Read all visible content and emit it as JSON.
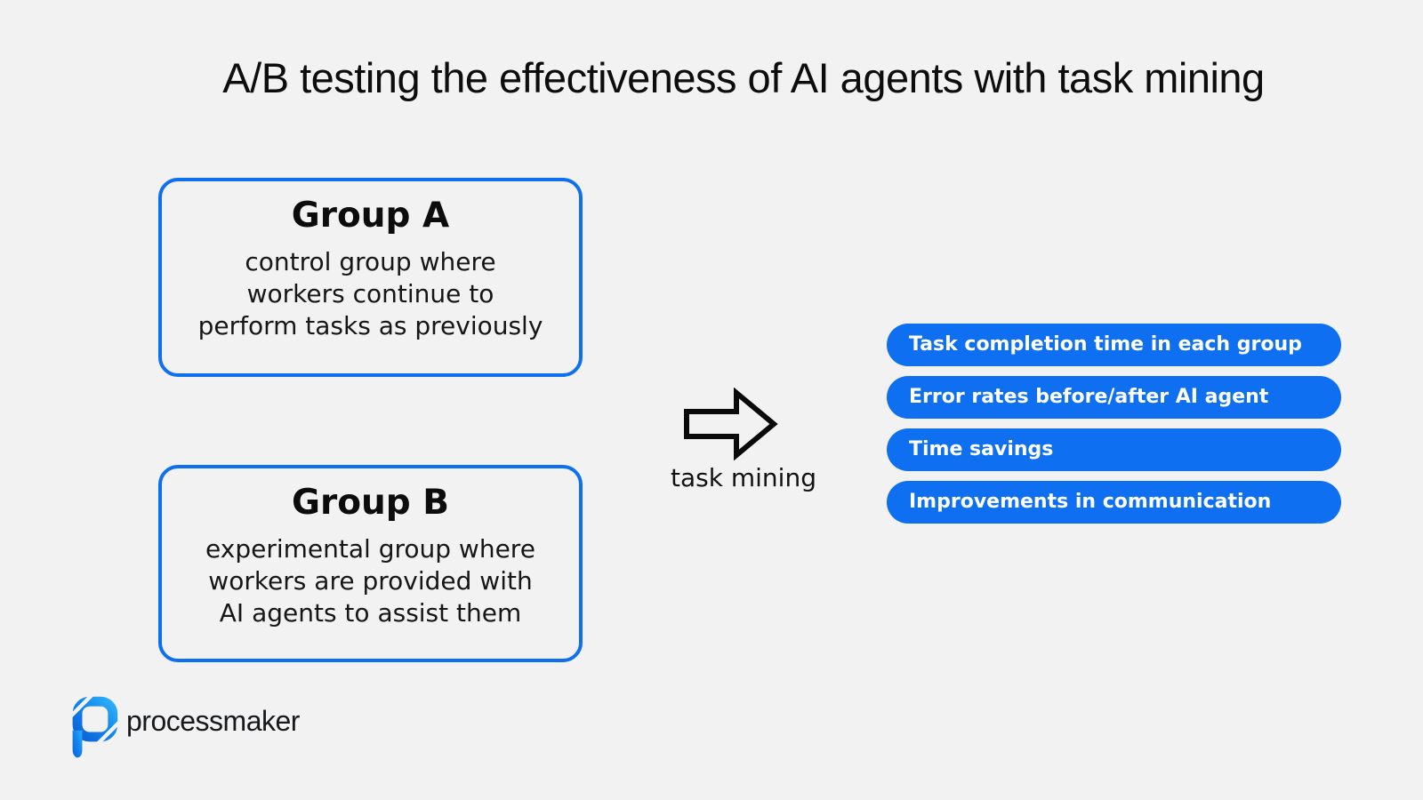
{
  "page": {
    "title": "A/B testing the effectiveness of AI agents with task mining"
  },
  "groups": [
    {
      "name": "Group A",
      "lines": [
        "control group where",
        "workers continue to",
        "perform tasks as previously"
      ]
    },
    {
      "name": "Group B",
      "lines": [
        "experimental group where",
        "workers are provided with",
        "AI agents to assist them"
      ]
    }
  ],
  "flow": {
    "arrow_icon": "arrow-right-icon",
    "label": "task mining"
  },
  "metrics": [
    "Task completion time in each group",
    "Error rates before/after AI agent",
    "Time savings",
    "Improvements in communication"
  ],
  "branding": {
    "logo_icon": "processmaker-logo-icon",
    "logo_text": "processmaker"
  },
  "colors": {
    "accent_blue": "#0e6ff0",
    "pill_text": "#ffffff",
    "background": "#f2f2f3",
    "text_dark": "#111111",
    "arrow_stroke": "#0a0a0a",
    "logo_gradient_start": "#0b62d6",
    "logo_gradient_end": "#2fb0f8"
  }
}
